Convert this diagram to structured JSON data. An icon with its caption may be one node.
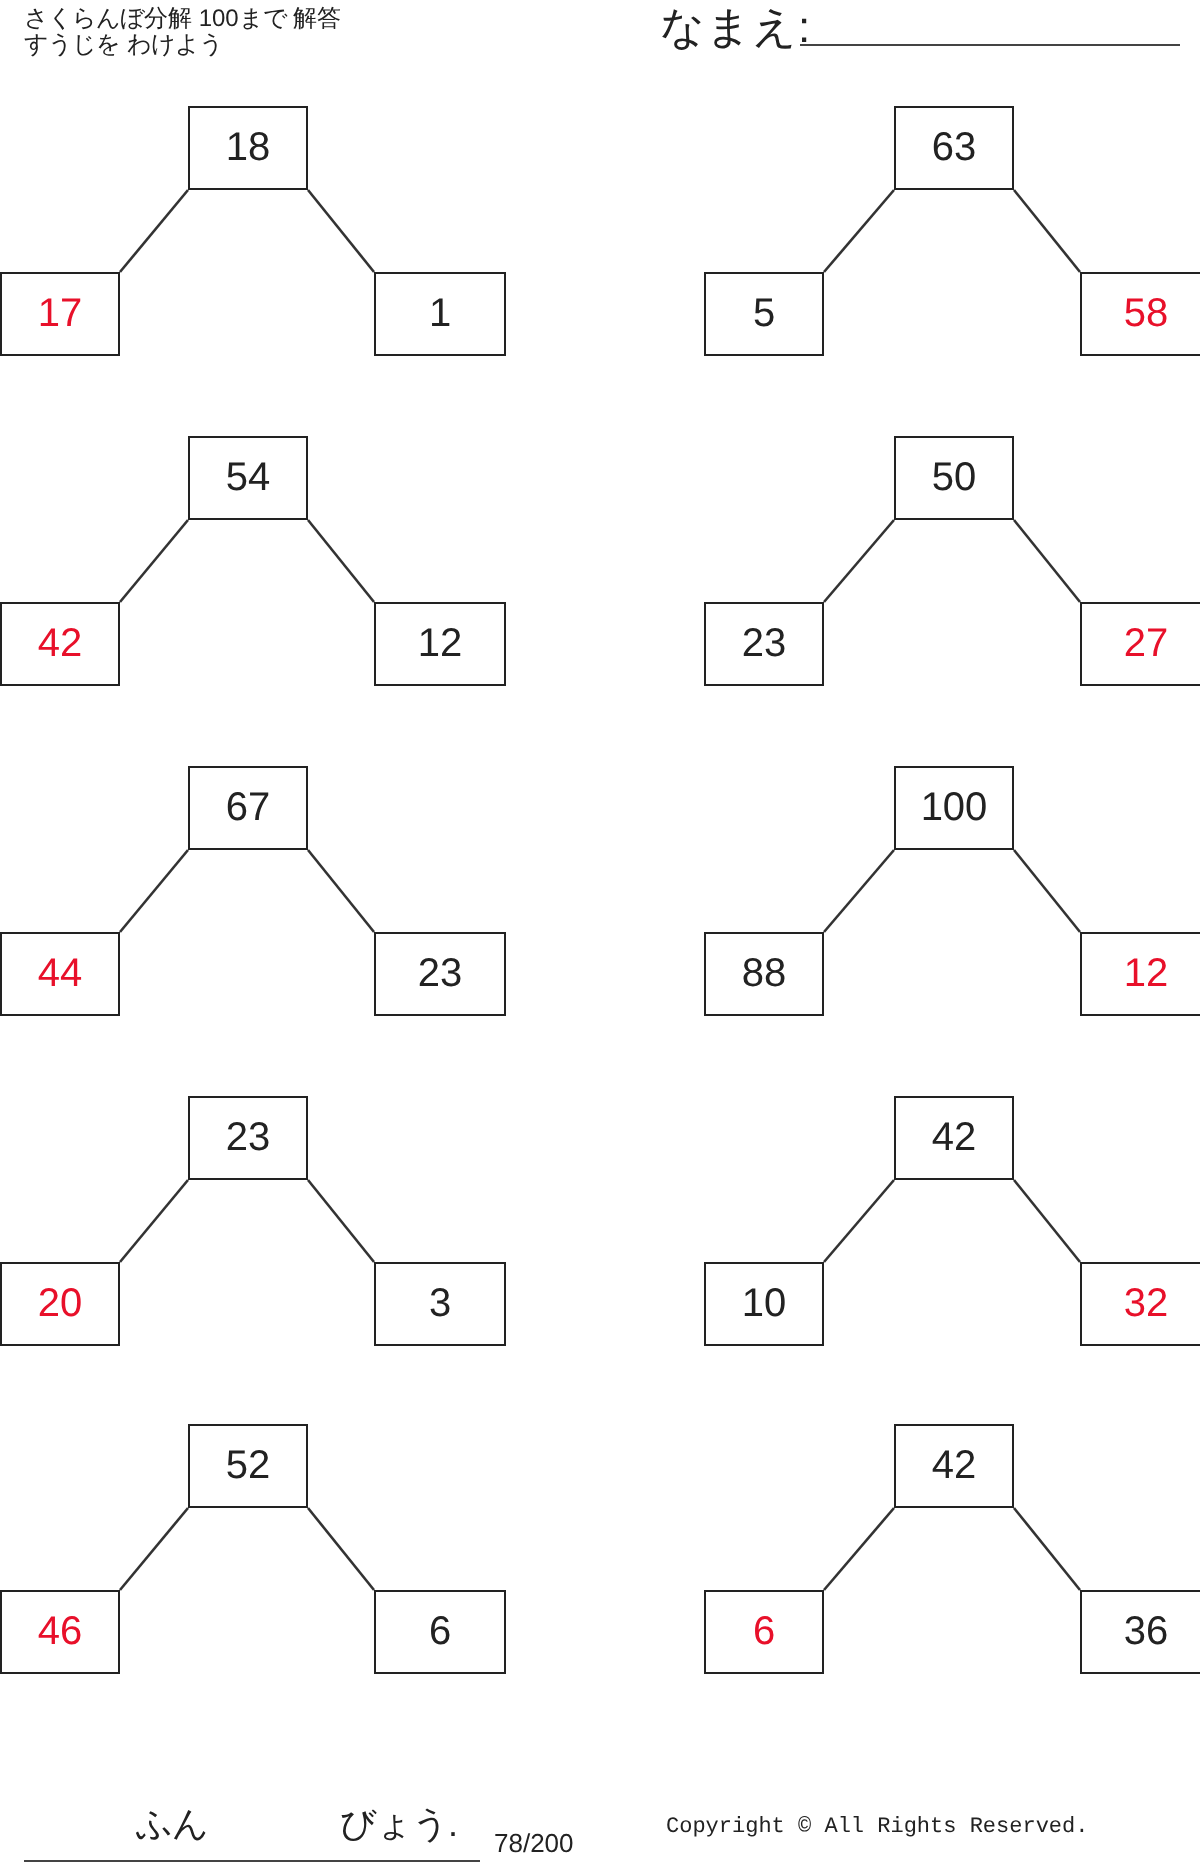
{
  "diagram": {
    "nodes": [
      {
        "text": [
          "18"
        ]
      },
      {
        "text": [
          "17"
        ]
      },
      {
        "text": [
          "1"
        ]
      },
      {
        "text": [
          "63"
        ]
      },
      {
        "text": [
          "5"
        ]
      },
      {
        "text": [
          "58"
        ]
      },
      {
        "text": [
          "54"
        ]
      },
      {
        "text": [
          "42"
        ]
      },
      {
        "text": [
          "12"
        ]
      },
      {
        "text": [
          "50"
        ]
      },
      {
        "text": [
          "23"
        ]
      },
      {
        "text": [
          "27"
        ]
      },
      {
        "text": [
          "67"
        ]
      },
      {
        "text": [
          "44"
        ]
      },
      {
        "text": [
          "23"
        ]
      },
      {
        "text": [
          "100"
        ]
      },
      {
        "text": [
          "88"
        ]
      },
      {
        "text": [
          "12"
        ]
      },
      {
        "text": [
          "23"
        ]
      },
      {
        "text": [
          "20"
        ]
      },
      {
        "text": [
          "3"
        ]
      },
      {
        "text": [
          "42"
        ]
      },
      {
        "text": [
          "10"
        ]
      },
      {
        "text": [
          "32"
        ]
      },
      {
        "text": [
          "52"
        ]
      },
      {
        "text": [
          "46"
        ]
      },
      {
        "text": [
          "6"
        ]
      },
      {
        "text": [
          "42"
        ]
      },
      {
        "text": [
          "6"
        ]
      },
      {
        "text": [
          "36"
        ]
      }
    ],
    "edges": [
      {
        "from": 0,
        "to": 1,
        "arrow": "none"
      },
      {
        "from": 0,
        "to": 2,
        "arrow": "none"
      },
      {
        "from": 3,
        "to": 4,
        "arrow": "none"
      },
      {
        "from": 3,
        "to": 5,
        "arrow": "none"
      },
      {
        "from": 6,
        "to": 7,
        "arrow": "none"
      },
      {
        "from": 6,
        "to": 8,
        "arrow": "none"
      },
      {
        "from": 9,
        "to": 10,
        "arrow": "none"
      },
      {
        "from": 9,
        "to": 11,
        "arrow": "none"
      },
      {
        "from": 12,
        "to": 13,
        "arrow": "none"
      },
      {
        "from": 12,
        "to": 14,
        "arrow": "none"
      },
      {
        "from": 15,
        "to": 16,
        "arrow": "none"
      },
      {
        "from": 15,
        "to": 17,
        "arrow": "none"
      },
      {
        "from": 18,
        "to": 19,
        "arrow": "none"
      },
      {
        "from": 18,
        "to": 20,
        "arrow": "none"
      },
      {
        "from": 21,
        "to": 22,
        "arrow": "none"
      },
      {
        "from": 21,
        "to": 23,
        "arrow": "none"
      },
      {
        "from": 24,
        "to": 25,
        "arrow": "none"
      },
      {
        "from": 24,
        "to": 26,
        "arrow": "none"
      },
      {
        "from": 27,
        "to": 28,
        "arrow": "none"
      },
      {
        "from": 27,
        "to": 29,
        "arrow": "none"
      }
    ],
    "labels": [
      "さくらんぼ分解 100まで 解答",
      "すうじを わけよう",
      "なまえ:",
      "ふん",
      "びょう.",
      "78/200",
      "Copyright © All Rights Reserved."
    ]
  }
}
